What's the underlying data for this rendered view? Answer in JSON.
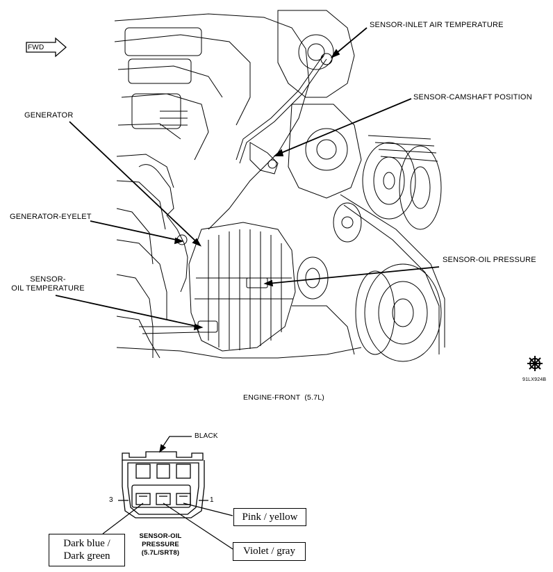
{
  "arrow_label": "FWD",
  "callouts": {
    "inlet_air_temp": "SENSOR-INLET AIR TEMPERATURE",
    "camshaft": "SENSOR-CAMSHAFT POSITION",
    "generator": "GENERATOR",
    "generator_eyelet": "GENERATOR-EYELET",
    "oil_temp_line1": "SENSOR-",
    "oil_temp_line2": "OIL TEMPERATURE",
    "oil_pressure": "SENSOR-OIL PRESSURE"
  },
  "figure_id": "91LX924B",
  "caption": "ENGINE-FRONT  (5.7L)",
  "connector": {
    "color_label": "BLACK",
    "pin_left": "3",
    "pin_right": "1",
    "title_line1": "SENSOR-OIL",
    "title_line2": "PRESSURE",
    "title_line3": "(5.7L/SRT8)",
    "wires": {
      "pin1": "Pink / yellow",
      "pin2": "Violet / gray",
      "pin3_line1": "Dark blue /",
      "pin3_line2": "Dark green"
    }
  }
}
